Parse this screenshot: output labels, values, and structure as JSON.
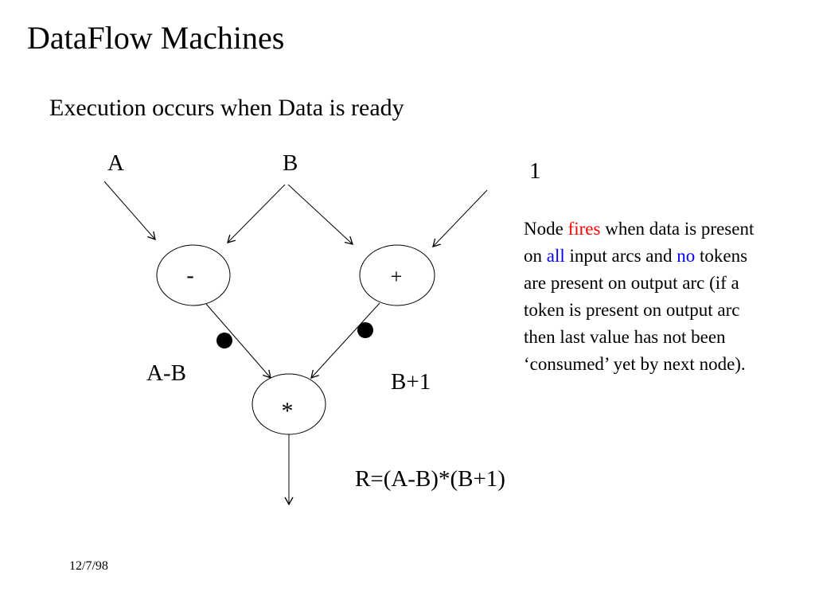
{
  "slide": {
    "title": "DataFlow Machines",
    "subtitle": "Execution occurs when Data is ready",
    "date": "12/7/98"
  },
  "diagram": {
    "input_a": "A",
    "input_b": "B",
    "input_one": "1",
    "minus_node": "-",
    "plus_node": "+",
    "multiply_node": "*",
    "edge_label_ab": "A-B",
    "edge_label_b1": "B+1",
    "result_label": "R=(A-B)*(B+1)"
  },
  "note": {
    "segments": [
      {
        "text": "Node ",
        "color": "#000000"
      },
      {
        "text": "fires",
        "color": "#ff0000"
      },
      {
        "text": " when data is present on ",
        "color": "#000000"
      },
      {
        "text": "all",
        "color": "#0000ff"
      },
      {
        "text": " input arcs and ",
        "color": "#000000"
      },
      {
        "text": "no",
        "color": "#0000ff"
      },
      {
        "text": " tokens are present on output arc (if a token is present on output arc then last value has not been ‘consumed’ yet by next node).",
        "color": "#000000"
      }
    ]
  },
  "colors": {
    "highlight_red": "#ff0000",
    "highlight_blue": "#0000ff",
    "line": "#000000",
    "background": "#ffffff"
  }
}
